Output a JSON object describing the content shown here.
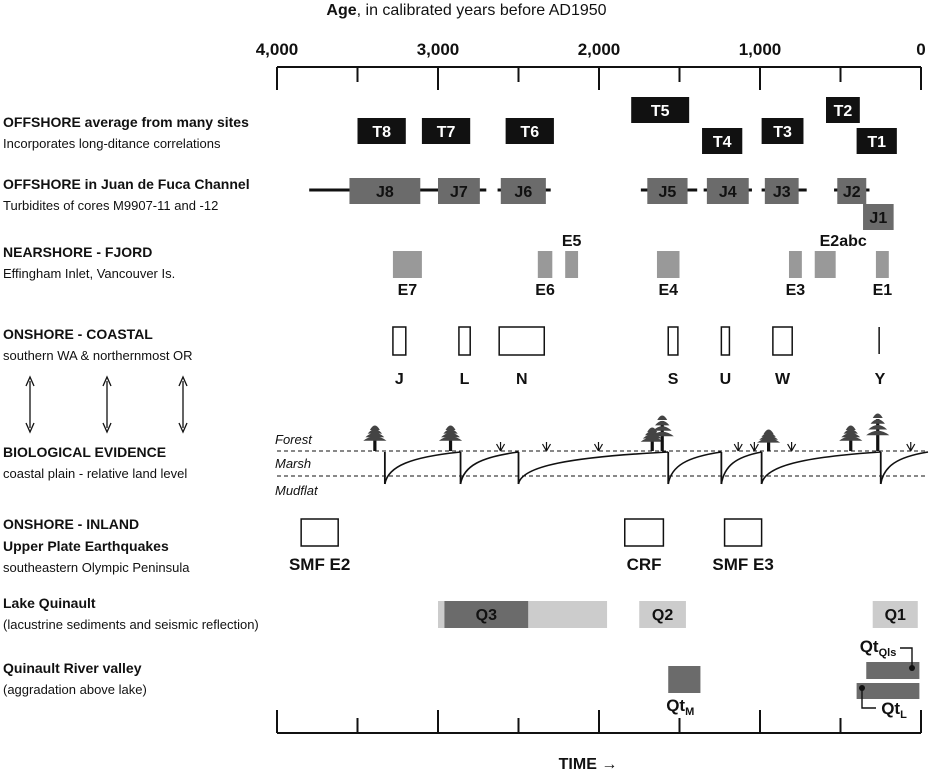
{
  "axis": {
    "title_bold": "Age",
    "title_rest": ", in calibrated years before AD1950",
    "tick_labels": [
      "4,000",
      "3,000",
      "2,000",
      "1,000",
      "0"
    ],
    "bottom_label": "TIME →"
  },
  "rows": {
    "offshore_avg": {
      "title": "OFFSHORE average from many sites",
      "subtitle": "Incorporates long-ditance correlations"
    },
    "offshore_jdf": {
      "title": "OFFSHORE in Juan de Fuca Channel",
      "subtitle": "Turbidites of cores M9907-11 and -12"
    },
    "nearshore": {
      "title": "NEARSHORE  - FJORD",
      "subtitle": "Effingham Inlet, Vancouver Is."
    },
    "onshore_coastal": {
      "title": "ONSHORE  - COASTAL",
      "subtitle": "southern WA & northernmost OR"
    },
    "biological": {
      "title": "BIOLOGICAL EVIDENCE",
      "subtitle": "coastal plain - relative land level"
    },
    "onshore_inland": {
      "title": "ONSHORE  - INLAND",
      "title2": "Upper Plate Earthquakes",
      "subtitle": "southeastern Olympic Peninsula"
    },
    "lake": {
      "title": "Lake Quinault",
      "subtitle": "(lacustrine sediments and seismic reflection)"
    },
    "river": {
      "title": "Quinault River valley",
      "subtitle": "(aggradation above lake)"
    }
  },
  "bio_levels": {
    "forest": "Forest",
    "marsh": "Marsh",
    "mudflat": "Mudflat"
  },
  "colors": {
    "black_box": "#111111",
    "dark_gray": "#6b6b6b",
    "mid_gray": "#999999",
    "light_gray": "#cccccc",
    "text": "#111111"
  },
  "chart_data": {
    "type": "timeline",
    "title": "Age, in calibrated years before AD1950",
    "xlabel": "TIME",
    "xlim": [
      4000,
      0
    ],
    "x_ticks": [
      4000,
      3000,
      2000,
      1000,
      0
    ],
    "offshore_average": [
      {
        "label": "T8",
        "start": 3500,
        "end": 3200
      },
      {
        "label": "T7",
        "start": 3100,
        "end": 2800
      },
      {
        "label": "T6",
        "start": 2580,
        "end": 2280
      },
      {
        "label": "T5",
        "start": 1800,
        "end": 1440
      },
      {
        "label": "T4",
        "start": 1360,
        "end": 1110
      },
      {
        "label": "T3",
        "start": 990,
        "end": 730
      },
      {
        "label": "T2",
        "start": 590,
        "end": 380
      },
      {
        "label": "T1",
        "start": 400,
        "end": 150
      }
    ],
    "juan_de_fuca": [
      {
        "label": "J8",
        "start": 3550,
        "end": 3110,
        "range_start": 3800,
        "range_end": 2980
      },
      {
        "label": "J7",
        "start": 3000,
        "end": 2740,
        "range_start": 3050,
        "range_end": 2700
      },
      {
        "label": "J6",
        "start": 2610,
        "end": 2330,
        "range_start": 2630,
        "range_end": 2300
      },
      {
        "label": "J5",
        "start": 1700,
        "end": 1450,
        "range_start": 1740,
        "range_end": 1390
      },
      {
        "label": "J4",
        "start": 1330,
        "end": 1070,
        "range_start": 1350,
        "range_end": 1050
      },
      {
        "label": "J3",
        "start": 970,
        "end": 760,
        "range_start": 990,
        "range_end": 710
      },
      {
        "label": "J2",
        "start": 520,
        "end": 340,
        "range_start": 540,
        "range_end": 320
      },
      {
        "label": "J1",
        "start": 360,
        "end": 170
      }
    ],
    "effingham_inlet": [
      {
        "label": "E7",
        "start": 3280,
        "end": 3100
      },
      {
        "label": "E6",
        "start": 2380,
        "end": 2290
      },
      {
        "label": "E5",
        "start": 2210,
        "end": 2130
      },
      {
        "label": "E4",
        "start": 1640,
        "end": 1500
      },
      {
        "label": "E3",
        "start": 820,
        "end": 740
      },
      {
        "label": "E2abc",
        "start": 660,
        "end": 530
      },
      {
        "label": "E1",
        "start": 280,
        "end": 200
      }
    ],
    "coastal_events": [
      {
        "label": "J",
        "start": 3280,
        "end": 3200
      },
      {
        "label": "L",
        "start": 2870,
        "end": 2800
      },
      {
        "label": "N",
        "start": 2620,
        "end": 2340
      },
      {
        "label": "S",
        "start": 1570,
        "end": 1510
      },
      {
        "label": "U",
        "start": 1240,
        "end": 1190
      },
      {
        "label": "W",
        "start": 920,
        "end": 800
      },
      {
        "label": "Y",
        "start": 260,
        "end": 250
      }
    ],
    "subsidence_events": [
      3330,
      2860,
      2500,
      1570,
      1240,
      990,
      250
    ],
    "inland_upper_plate": [
      {
        "label": "SMF E2",
        "start": 3850,
        "end": 3620
      },
      {
        "label": "CRF",
        "start": 1840,
        "end": 1600
      },
      {
        "label": "SMF E3",
        "start": 1220,
        "end": 990
      }
    ],
    "lake_quinault": [
      {
        "label": "Q3",
        "start": 3000,
        "end": 1950,
        "core_start": 2960,
        "core_end": 2440
      },
      {
        "label": "Q2",
        "start": 1750,
        "end": 1460
      },
      {
        "label": "Q1",
        "start": 300,
        "end": 20
      }
    ],
    "quinault_river": [
      {
        "label": "QtM",
        "start": 1570,
        "end": 1370
      },
      {
        "label": "QtQls",
        "start": 340,
        "end": 10
      },
      {
        "label": "QtL",
        "start": 400,
        "end": 10
      }
    ]
  }
}
